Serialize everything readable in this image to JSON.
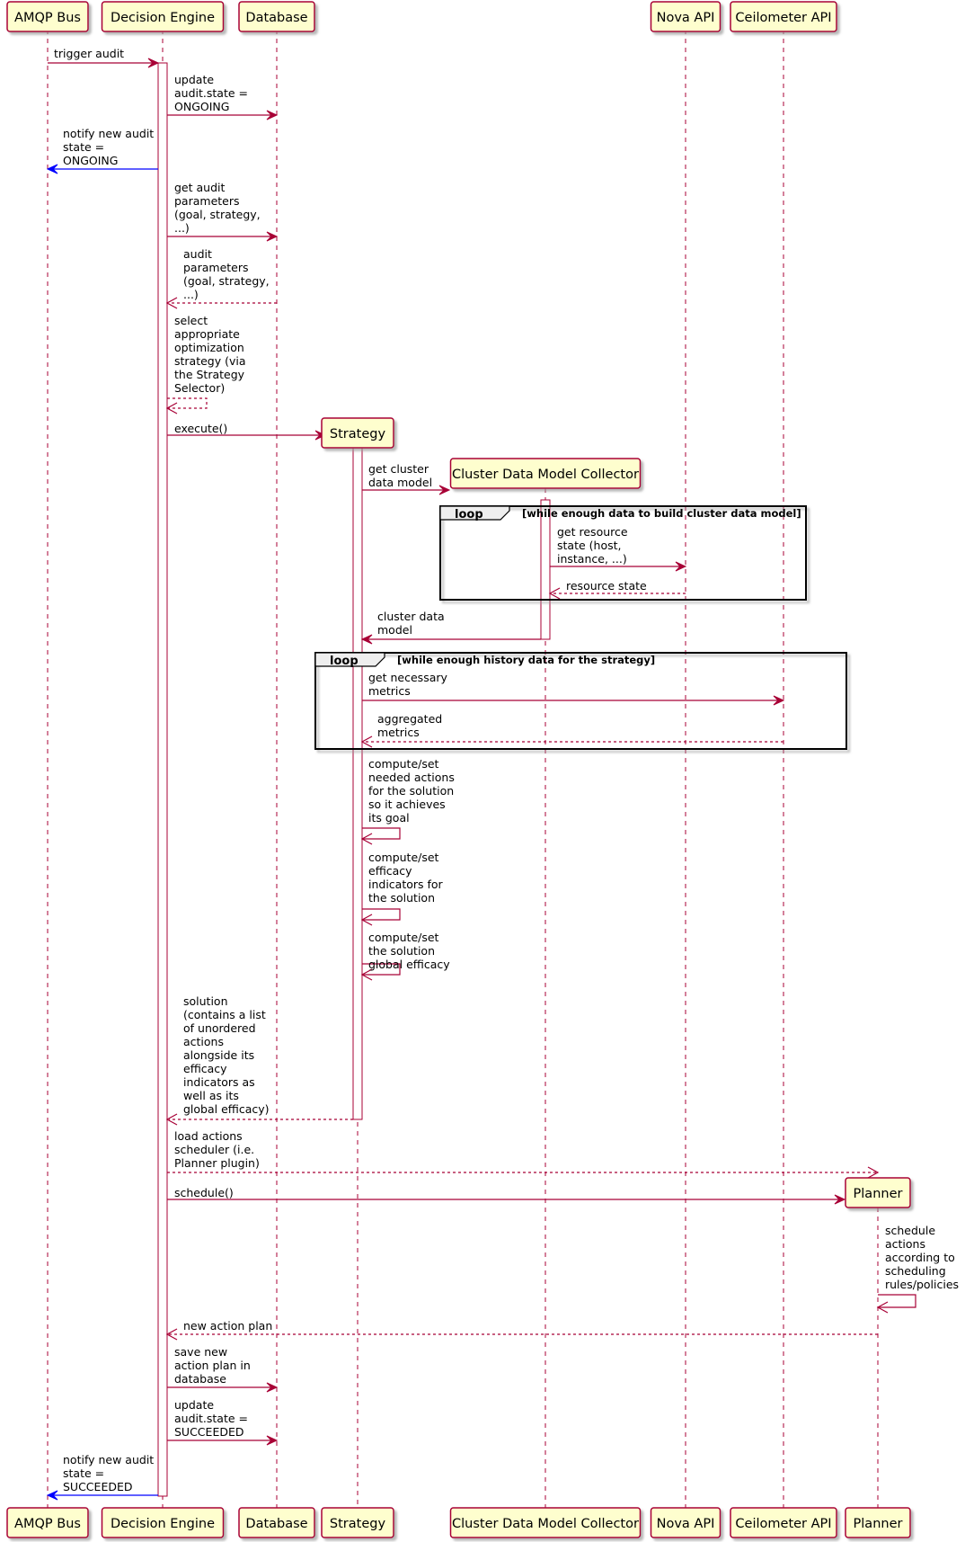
{
  "colors": {
    "arrow": "#a80036",
    "notify_arrow": "#0000ff",
    "box_fill": "#fefece",
    "box_stroke": "#a80036",
    "lifeline": "#a80036",
    "shadow": "#c8c8c8",
    "loop_tab_fill": "#eeeeee",
    "loop_stroke": "#000000"
  },
  "participants": [
    {
      "id": "amqp",
      "label": "AMQP Bus"
    },
    {
      "id": "de",
      "label": "Decision Engine"
    },
    {
      "id": "db",
      "label": "Database"
    },
    {
      "id": "strategy",
      "label": "Strategy"
    },
    {
      "id": "cdmc",
      "label": "Cluster Data Model Collector"
    },
    {
      "id": "nova",
      "label": "Nova API"
    },
    {
      "id": "ceilo",
      "label": "Ceilometer API"
    },
    {
      "id": "planner",
      "label": "Planner"
    }
  ],
  "loops": [
    {
      "tag": "loop",
      "condition": "[while enough data to build cluster data model]"
    },
    {
      "tag": "loop",
      "condition": "[while enough history data for the strategy]"
    }
  ],
  "messages": [
    {
      "from": "amqp",
      "to": "de",
      "style": "solid",
      "lines": [
        "trigger audit"
      ]
    },
    {
      "from": "de",
      "to": "db",
      "style": "solid",
      "lines": [
        "update",
        "audit.state =",
        "ONGOING"
      ]
    },
    {
      "from": "de",
      "to": "amqp",
      "style": "notify",
      "lines": [
        "notify new audit",
        "state =",
        "ONGOING"
      ]
    },
    {
      "from": "de",
      "to": "db",
      "style": "solid",
      "lines": [
        "get audit",
        "parameters",
        "(goal, strategy,",
        "...)"
      ]
    },
    {
      "from": "db",
      "to": "de",
      "style": "dashed",
      "lines": [
        "audit",
        "parameters",
        "(goal, strategy,",
        "...)"
      ]
    },
    {
      "from": "de",
      "to": "de",
      "style": "dashed",
      "lines": [
        "select",
        "appropriate",
        "optimization",
        "strategy (via",
        "the Strategy",
        "Selector)"
      ]
    },
    {
      "from": "de",
      "to": "strategy",
      "style": "create",
      "lines": [
        "execute()"
      ]
    },
    {
      "from": "strategy",
      "to": "cdmc",
      "style": "create",
      "lines": [
        "get cluster",
        "data model"
      ]
    },
    {
      "from": "cdmc",
      "to": "nova",
      "style": "solid",
      "lines": [
        "get resource",
        "state (host,",
        "instance, ...)"
      ]
    },
    {
      "from": "nova",
      "to": "cdmc",
      "style": "dashed",
      "lines": [
        "resource state"
      ]
    },
    {
      "from": "cdmc",
      "to": "strategy",
      "style": "solid",
      "lines": [
        "cluster data",
        "model"
      ]
    },
    {
      "from": "strategy",
      "to": "ceilo",
      "style": "solid",
      "lines": [
        "get necessary",
        "metrics"
      ]
    },
    {
      "from": "ceilo",
      "to": "strategy",
      "style": "dashed",
      "lines": [
        "aggregated",
        "metrics"
      ]
    },
    {
      "from": "strategy",
      "to": "strategy",
      "style": "solid",
      "lines": [
        "compute/set",
        "needed actions",
        "for the solution",
        "so it achieves",
        "its goal"
      ]
    },
    {
      "from": "strategy",
      "to": "strategy",
      "style": "solid",
      "lines": [
        "compute/set",
        "efficacy",
        "indicators for",
        "the solution"
      ]
    },
    {
      "from": "strategy",
      "to": "strategy",
      "style": "solid",
      "lines": [
        "compute/set",
        "the solution",
        "global efficacy"
      ]
    },
    {
      "from": "strategy",
      "to": "de",
      "style": "dashed",
      "lines": [
        "solution",
        "(contains a list",
        "of unordered",
        "actions",
        "alongside its",
        "efficacy",
        "indicators as",
        "well as its",
        "global efficacy)"
      ]
    },
    {
      "from": "de",
      "to": "planner",
      "style": "dashed",
      "lines": [
        "load actions",
        "scheduler (i.e.",
        "Planner plugin)"
      ]
    },
    {
      "from": "de",
      "to": "planner",
      "style": "create",
      "lines": [
        "schedule()"
      ]
    },
    {
      "from": "planner",
      "to": "planner",
      "style": "solid",
      "lines": [
        "schedule",
        "actions",
        "according to",
        "scheduling",
        "rules/policies"
      ]
    },
    {
      "from": "planner",
      "to": "de",
      "style": "dashed",
      "lines": [
        "new action plan"
      ]
    },
    {
      "from": "de",
      "to": "db",
      "style": "solid",
      "lines": [
        "save new",
        "action plan in",
        "database"
      ]
    },
    {
      "from": "de",
      "to": "db",
      "style": "solid",
      "lines": [
        "update",
        "audit.state =",
        "SUCCEEDED"
      ]
    },
    {
      "from": "de",
      "to": "amqp",
      "style": "notify",
      "lines": [
        "notify new audit",
        "state =",
        "SUCCEEDED"
      ]
    }
  ]
}
